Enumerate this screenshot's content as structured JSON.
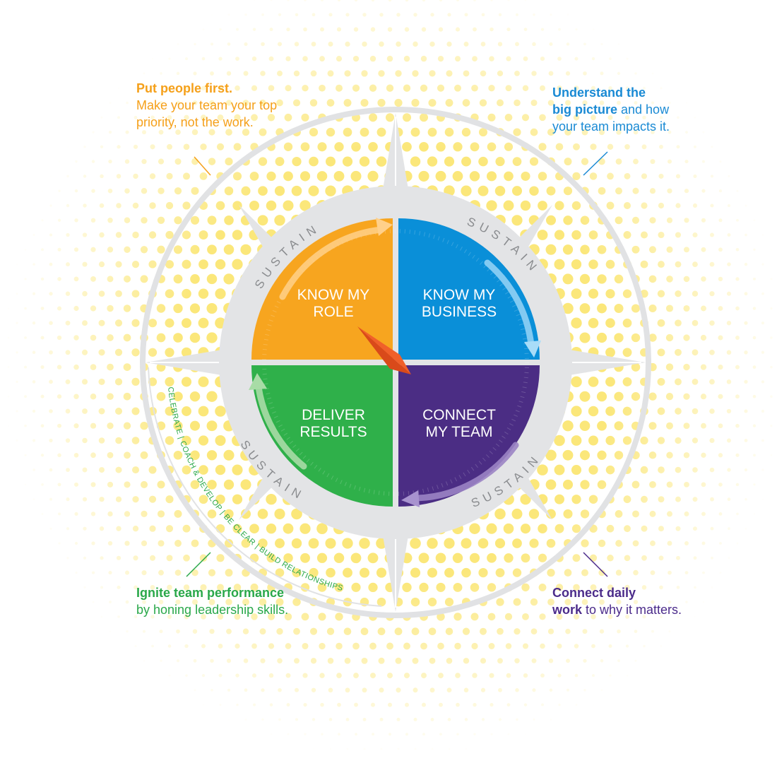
{
  "quadrants": {
    "top_left": {
      "line1": "KNOW MY",
      "line2": "ROLE",
      "color": "#f7a51f"
    },
    "top_right": {
      "line1": "KNOW MY",
      "line2": "BUSINESS",
      "color": "#0a8fd8"
    },
    "bottom_left": {
      "line1": "DELIVER",
      "line2": "RESULTS",
      "color": "#2fb04a"
    },
    "bottom_right": {
      "line1": "CONNECT",
      "line2": "MY TEAM",
      "color": "#4b2d84"
    }
  },
  "sustain_label": "SUSTAIN",
  "ring_arc_text": "CELEBRATE  |  COACH & DEVELOP  |  BE CLEAR  |  BUILD RELATIONSHIPS",
  "callouts": {
    "top_left": {
      "bold": "Put people first.",
      "rest": "Make your team your top priority, not the work.",
      "color": "#f5a01a"
    },
    "top_right": {
      "bold1": "Understand the",
      "bold2": "big picture",
      "rest": " and how your team impacts it.",
      "color": "#1a8ad4"
    },
    "bottom_left": {
      "bold": "Ignite team performance",
      "rest": "by honing leadership skills.",
      "color": "#2aa84a"
    },
    "bottom_right": {
      "bold1": "Connect daily",
      "bold2": "work",
      "rest": " to why it matters.",
      "color": "#4b2b8a"
    }
  },
  "colors": {
    "dots": "#fbe77a",
    "compass_gray": "#e3e4e6",
    "ring_gray": "#e1e2e4",
    "needle": "#f0602a",
    "arc_text_green": "#2aa84a"
  }
}
